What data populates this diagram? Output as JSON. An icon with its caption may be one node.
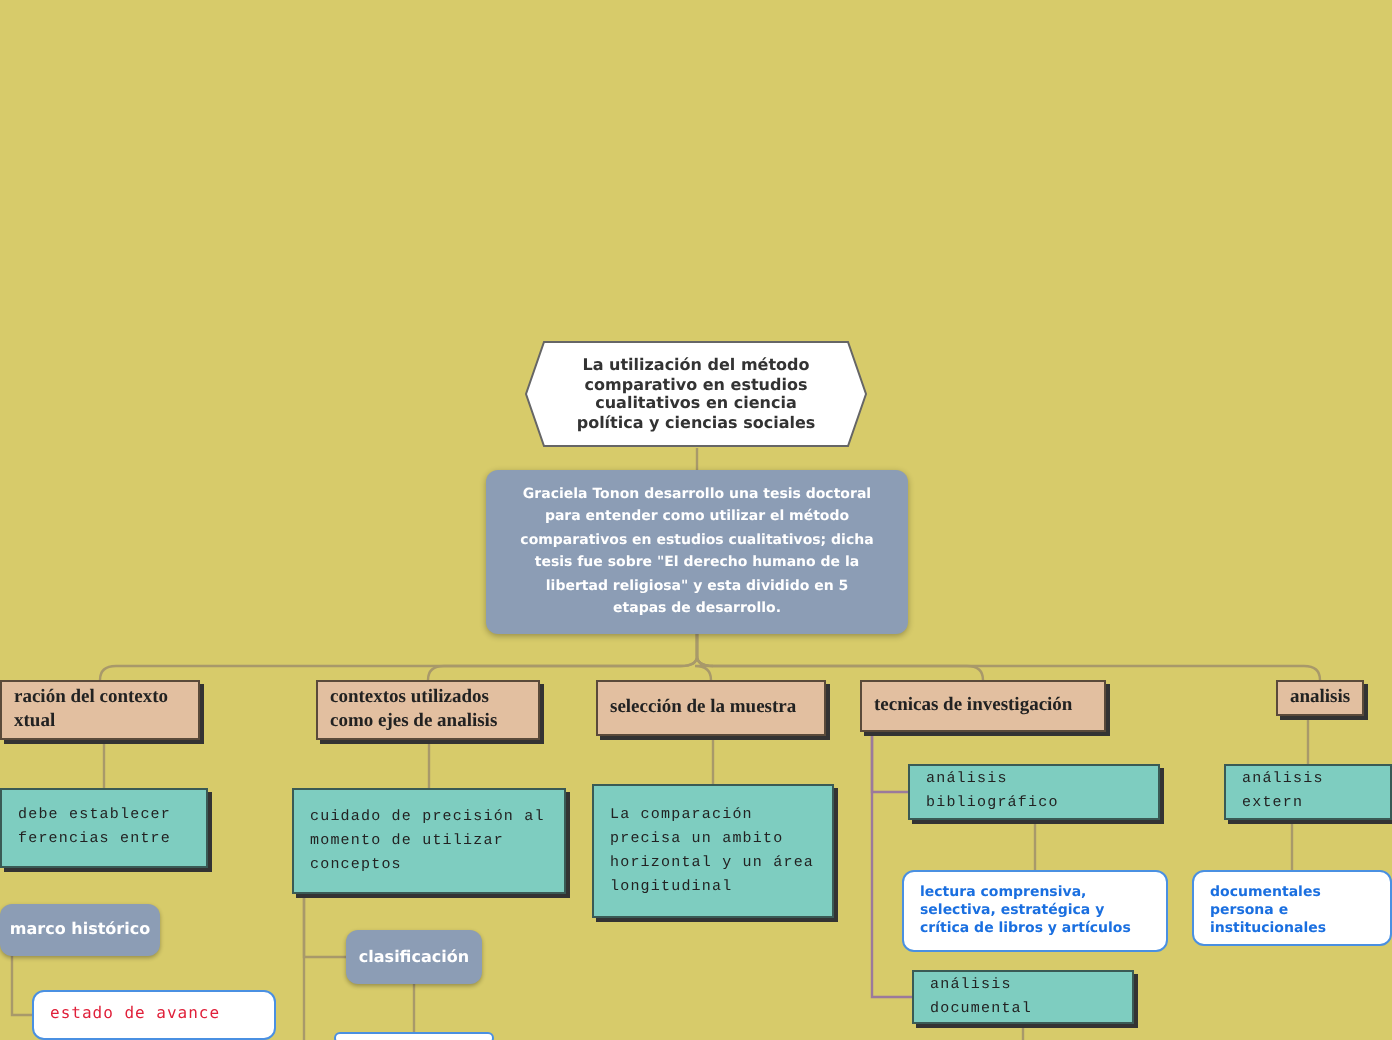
{
  "diagram": {
    "nodes": [
      {
        "text": [
          "La utilización del método comparativo en estudios cualitativos en ciencia política y ciencias sociales"
        ]
      },
      {
        "text": [
          "Graciela Tonon desarrollo una tesis doctoral para entender como utilizar el método comparativos en estudios cualitativos; dicha tesis fue sobre \"El derecho humano de la libertad religiosa\" y esta dividido en 5 etapas de desarrollo."
        ]
      },
      {
        "text": [
          "ración del contexto xtual"
        ]
      },
      {
        "text": [
          "contextos utilizados como ejes de analisis"
        ]
      },
      {
        "text": [
          "selección de la muestra"
        ]
      },
      {
        "text": [
          "tecnicas de investigación"
        ]
      },
      {
        "text": [
          "analisis"
        ]
      },
      {
        "text": [
          "debe establecer ferencias entre"
        ]
      },
      {
        "text": [
          "marco histórico"
        ]
      },
      {
        "text": [
          "estado de avance"
        ]
      },
      {
        "text": [
          "cuidado de precisión al momento de utilizar conceptos"
        ]
      },
      {
        "text": [
          "clasificación"
        ]
      },
      {
        "text": [],
        "shape": "box"
      },
      {
        "text": [
          "La comparación precisa un ambito horizontal y un área longitudinal"
        ]
      },
      {
        "text": [
          "análisis bibliográfico"
        ]
      },
      {
        "text": [
          "lectura comprensiva, selectiva, estratégica y crítica de libros y artículos"
        ]
      },
      {
        "text": [
          "análisis documental"
        ]
      },
      {
        "text": [
          "análisis extern"
        ]
      },
      {
        "text": [
          "documentales persona e institucionales"
        ]
      }
    ],
    "edges": [
      {
        "from": 0,
        "to": 1,
        "arrow": "none"
      },
      {
        "from": 1,
        "to": 2,
        "arrow": "none"
      },
      {
        "from": 1,
        "to": 3,
        "arrow": "none"
      },
      {
        "from": 1,
        "to": 4,
        "arrow": "none"
      },
      {
        "from": 1,
        "to": 5,
        "arrow": "none"
      },
      {
        "from": 1,
        "to": 6,
        "arrow": "none"
      },
      {
        "from": 2,
        "to": 7,
        "arrow": "none"
      },
      {
        "from": 8,
        "to": 9,
        "arrow": "none"
      },
      {
        "from": 3,
        "to": 10,
        "arrow": "none"
      },
      {
        "from": 10,
        "to": 11,
        "arrow": "none"
      },
      {
        "from": 10,
        "to": null,
        "arrow": "none"
      },
      {
        "from": 11,
        "to": 12,
        "arrow": "none"
      },
      {
        "from": 4,
        "to": 13,
        "arrow": "none"
      },
      {
        "from": 5,
        "to": 14,
        "arrow": "none",
        "color": "#9b7a9c"
      },
      {
        "from": 5,
        "to": 16,
        "arrow": "none",
        "color": "#9b7a9c"
      },
      {
        "from": 14,
        "to": 15,
        "arrow": "none"
      },
      {
        "from": 16,
        "to": null,
        "arrow": "none"
      },
      {
        "from": 6,
        "to": 17,
        "arrow": "none"
      },
      {
        "from": 17,
        "to": 18,
        "arrow": "none"
      }
    ]
  }
}
